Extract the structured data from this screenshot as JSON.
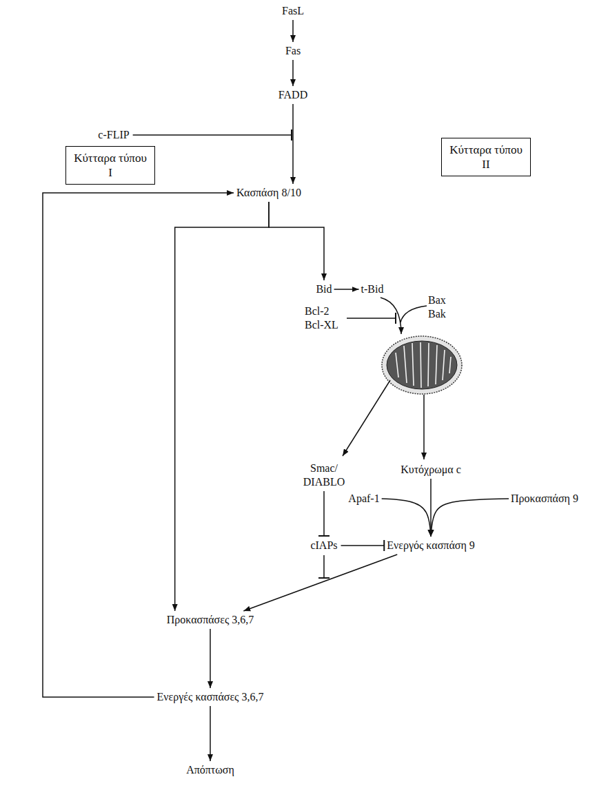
{
  "diagram": {
    "nodes": [
      {
        "text": [
          "FasL"
        ]
      },
      {
        "text": [
          "Fas"
        ]
      },
      {
        "text": [
          "FADD"
        ]
      },
      {
        "text": [
          "c-FLIP"
        ]
      },
      {
        "text": [
          "Κύτταρα τύπου I"
        ]
      },
      {
        "text": [
          "Κασπάση 8/10"
        ]
      },
      {
        "text": [
          "Κύτταρα τύπου II"
        ]
      },
      {
        "text": [
          "Bid"
        ]
      },
      {
        "text": [
          "t-Bid"
        ]
      },
      {
        "text": [
          "Bcl-2 Bcl-XL"
        ]
      },
      {
        "text": [
          "Bax Bak"
        ]
      },
      {
        "text": [
          "Smac/ DIABLO"
        ]
      },
      {
        "text": [
          "Κυτόχρωμα c"
        ]
      },
      {
        "text": [
          "Apaf-1"
        ]
      },
      {
        "text": [
          "Προκασπάση 9"
        ]
      },
      {
        "text": [
          "cIAPs"
        ]
      },
      {
        "text": [
          "Ενεργός κασπάση 9"
        ]
      },
      {
        "text": [
          "Προκασπάσες 3,6,7"
        ]
      },
      {
        "text": [
          "Ενεργές κασπάσες 3,6,7"
        ]
      },
      {
        "text": [
          "Απόπτωση"
        ]
      }
    ],
    "edges": [
      {
        "from": 0,
        "to": 1,
        "arrow": "to"
      },
      {
        "from": 1,
        "to": 2,
        "arrow": "to"
      },
      {
        "from": 2,
        "to": 5,
        "arrow": "to"
      },
      {
        "from": 3,
        "to": 5,
        "arrow": "to"
      },
      {
        "from": 5,
        "to": 17,
        "arrow": "to"
      },
      {
        "from": 5,
        "to": 7,
        "arrow": "to"
      },
      {
        "from": 7,
        "to": 8,
        "arrow": "to"
      },
      {
        "from": 9,
        "to": 10,
        "arrow": "to"
      },
      {
        "from": 11,
        "to": 15,
        "arrow": "to"
      },
      {
        "from": 15,
        "to": 16,
        "arrow": "to"
      },
      {
        "from": 15,
        "to": 17,
        "arrow": "to"
      },
      {
        "from": 12,
        "to": 16,
        "arrow": "to"
      },
      {
        "from": 13,
        "to": 16,
        "arrow": "to"
      },
      {
        "from": 14,
        "to": 16,
        "arrow": "to"
      },
      {
        "from": 16,
        "to": 17,
        "arrow": "to"
      },
      {
        "from": 17,
        "to": 18,
        "arrow": "to"
      },
      {
        "from": 18,
        "to": 19,
        "arrow": "to"
      },
      {
        "from": 18,
        "to": 5,
        "arrow": "to"
      }
    ]
  }
}
